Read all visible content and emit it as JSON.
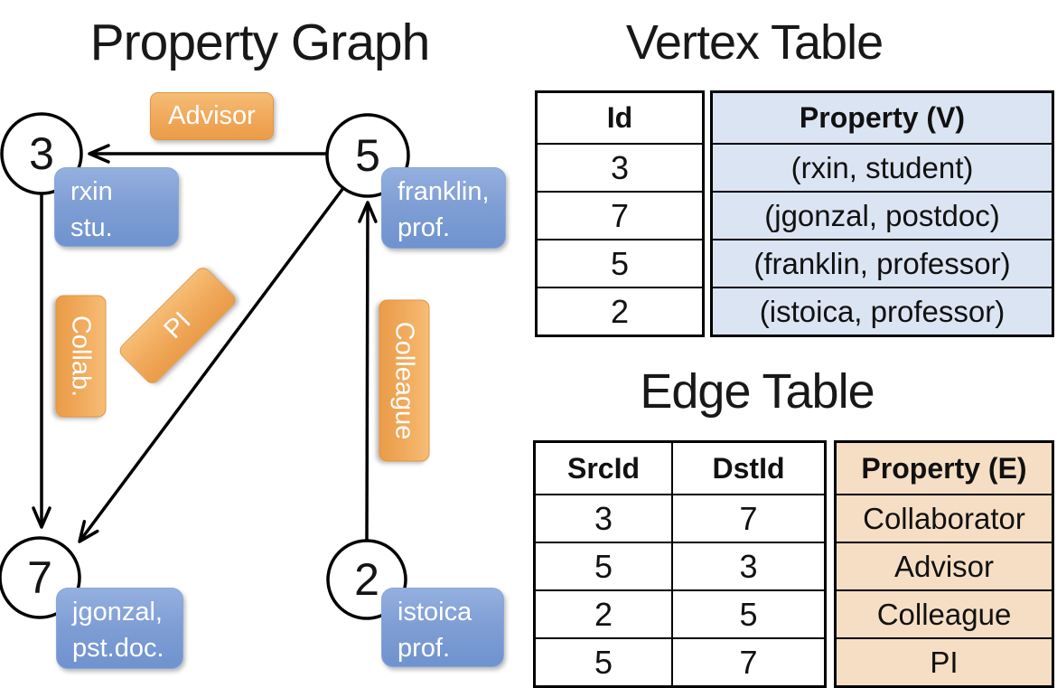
{
  "titles": {
    "graph": "Property Graph",
    "vertex_table": "Vertex Table",
    "edge_table": "Edge Table"
  },
  "graph": {
    "nodes": [
      {
        "id": "3",
        "property_lines": [
          "rxin",
          "stu."
        ]
      },
      {
        "id": "5",
        "property_lines": [
          "franklin,",
          "prof."
        ]
      },
      {
        "id": "7",
        "property_lines": [
          "jgonzal,",
          "pst.doc."
        ]
      },
      {
        "id": "2",
        "property_lines": [
          "istoica",
          "prof."
        ]
      }
    ],
    "edge_labels": {
      "advisor": "Advisor",
      "collab": "Collab.",
      "pi": "PI",
      "colleague": "Colleague"
    }
  },
  "vertex_table": {
    "headers": {
      "id": "Id",
      "property": "Property (V)"
    },
    "rows": [
      {
        "id": "3",
        "property": "(rxin, student)"
      },
      {
        "id": "7",
        "property": "(jgonzal, postdoc)"
      },
      {
        "id": "5",
        "property": "(franklin, professor)"
      },
      {
        "id": "2",
        "property": "(istoica, professor)"
      }
    ]
  },
  "edge_table": {
    "headers": {
      "src": "SrcId",
      "dst": "DstId",
      "property": "Property (E)"
    },
    "rows": [
      {
        "src": "3",
        "dst": "7",
        "property": "Collaborator"
      },
      {
        "src": "5",
        "dst": "3",
        "property": "Advisor"
      },
      {
        "src": "2",
        "dst": "5",
        "property": "Colleague"
      },
      {
        "src": "5",
        "dst": "7",
        "property": "PI"
      }
    ]
  },
  "colors": {
    "edge_label_fill": "#f0a85a",
    "node_property_fill": "#7e9dd4",
    "vertex_table_fill": "#dbe4f2",
    "edge_table_fill": "#f6dec4",
    "stroke": "#000000"
  }
}
